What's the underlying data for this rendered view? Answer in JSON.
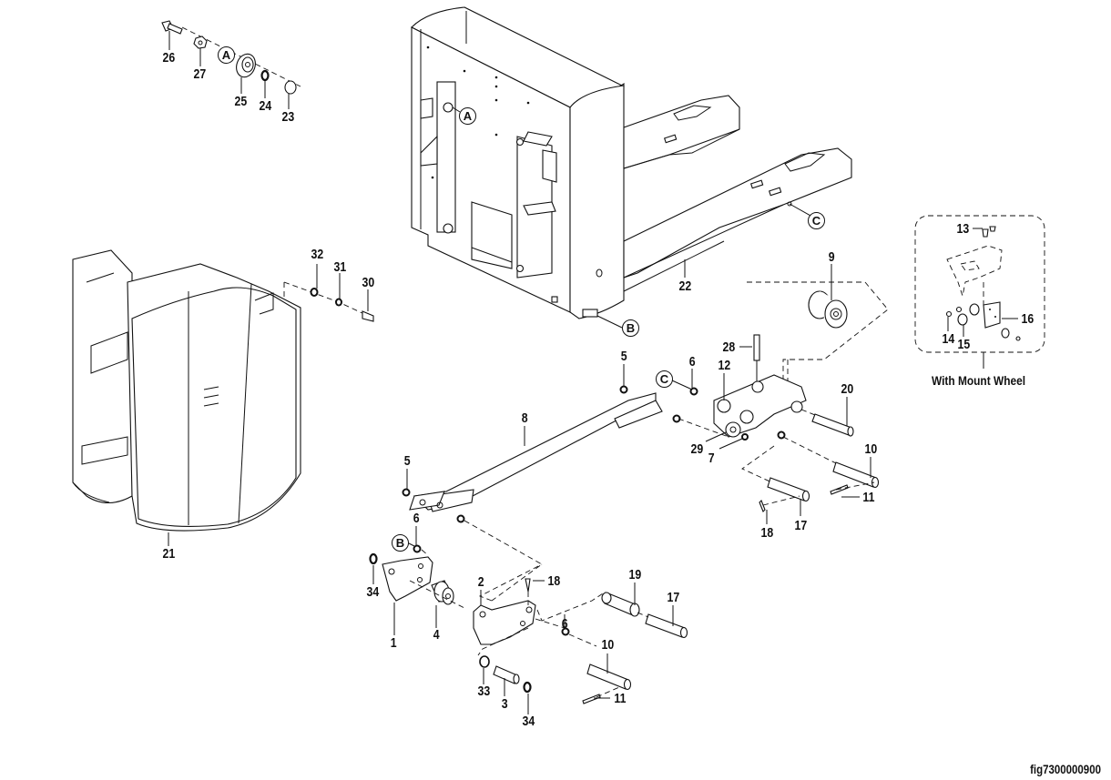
{
  "figure": {
    "id": "fig7300000900",
    "inset_caption": "With Mount Wheel"
  },
  "callouts": {
    "A": "A",
    "B": "B",
    "C": "C"
  },
  "parts": {
    "p1": "1",
    "p2": "2",
    "p3": "3",
    "p4": "4",
    "p5": "5",
    "p6": "6",
    "p7": "7",
    "p8": "8",
    "p9": "9",
    "p10": "10",
    "p11": "11",
    "p12": "12",
    "p13": "13",
    "p14": "14",
    "p15": "15",
    "p16": "16",
    "p17": "17",
    "p18": "18",
    "p19": "19",
    "p20": "20",
    "p21": "21",
    "p22": "22",
    "p23": "23",
    "p24": "24",
    "p25": "25",
    "p26": "26",
    "p27": "27",
    "p28": "28",
    "p29": "29",
    "p30": "30",
    "p31": "31",
    "p32": "32",
    "p33": "33",
    "p34": "34"
  }
}
